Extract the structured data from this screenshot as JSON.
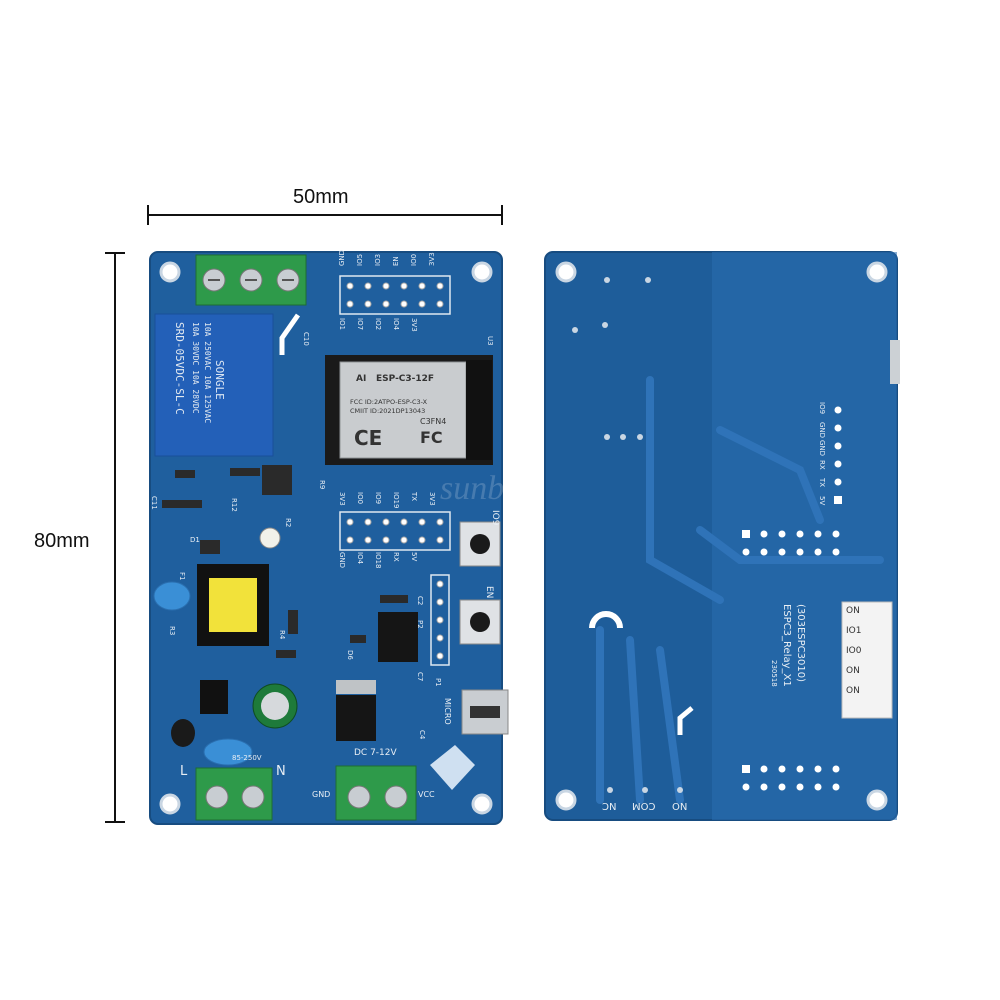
{
  "dimensions": {
    "width_label": "50mm",
    "height_label": "80mm"
  },
  "front": {
    "relay_lines": [
      "10A 250VAC  10A 125VAC",
      "10A 30VDC  10A 28VDC",
      "SRD-05VDC-SL-C"
    ],
    "relay_brand": "SONGLE",
    "module_brand": "AI",
    "module_model": "ESP-C3-12F",
    "module_fcc": "FCC ID:2ATPO-ESP-C3-X",
    "module_cmiit": "CMIIT ID:2021DP13043",
    "module_code": "C3FN4",
    "module_ce": "CE",
    "module_fc": "FC",
    "header_top_labels": [
      "GND",
      "IO5",
      "IO3",
      "EN",
      "IO0",
      "3V3"
    ],
    "header_top_labels_bottom": [
      "IO1",
      "IO7",
      "IO2",
      "IO4",
      "3V3"
    ],
    "header_mid_labels": [
      "3V3",
      "IO0",
      "IO9",
      "IO19",
      "TX",
      "3V3"
    ],
    "header_mid_labels_bottom": [
      "GND",
      "IO4",
      "IO18",
      "RX",
      "5V"
    ],
    "button_io9": "IO9",
    "button_en": "EN",
    "micro_label": "MICRO",
    "dc_label": "DC 7-12V",
    "gnd_label": "GND",
    "vcc_label": "VCC",
    "l_label": "L",
    "n_label": "N",
    "ac_label": "85-250V",
    "comp_labels": [
      "C10",
      "R9",
      "R12",
      "R2",
      "D1",
      "F1",
      "R3",
      "R4",
      "D6",
      "C2",
      "C7",
      "C4",
      "P1",
      "P2",
      "C11",
      "U3"
    ]
  },
  "back": {
    "board_name": "ESPC3_Relay_X1",
    "board_code": "(303ESPC3010)",
    "date_code": "230518",
    "terminal_labels": [
      "NC",
      "COM",
      "NO"
    ],
    "pin_labels": [
      "5V",
      "TX",
      "RX",
      "GND",
      "GND",
      "IO9"
    ],
    "switch_labels": [
      "ON",
      "IO1",
      "IO0",
      "ON",
      "ON"
    ]
  },
  "watermark": "sunbird"
}
